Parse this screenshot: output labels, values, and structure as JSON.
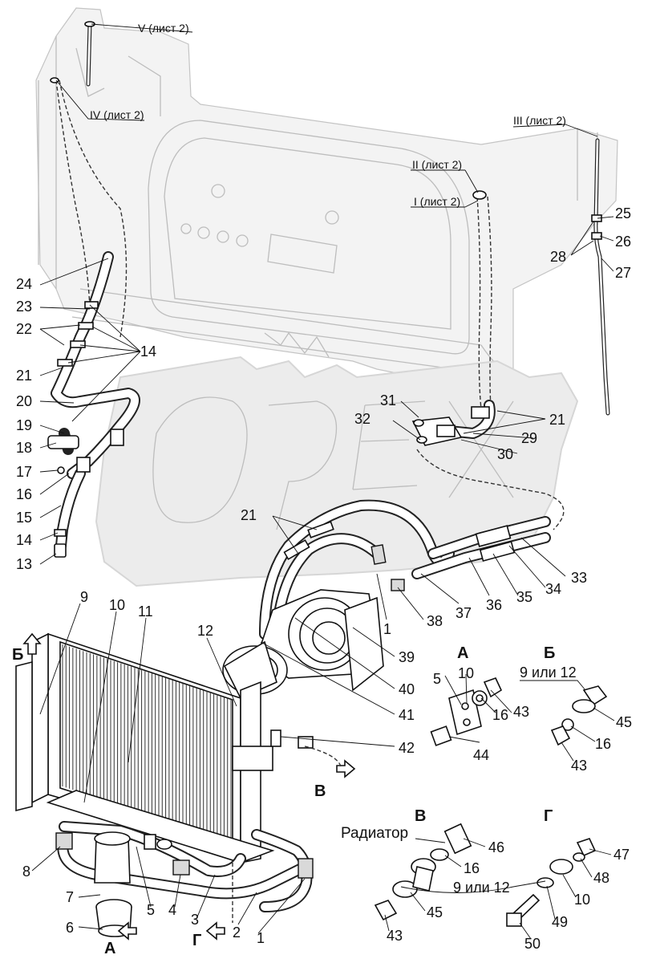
{
  "figure": {
    "sheet_refs": {
      "v": "V (лист 2)",
      "iv": "IV (лист 2)",
      "iii": "III (лист 2)",
      "ii": "II (лист 2)",
      "i": "I (лист 2)"
    },
    "views": {
      "a": "А",
      "b": "Б",
      "v": "В",
      "g": "Г"
    },
    "callouts": {
      "c1": "1",
      "c2": "2",
      "c3": "3",
      "c4": "4",
      "c5": "5",
      "c6": "6",
      "c7": "7",
      "c8": "8",
      "c9": "9",
      "c10": "10",
      "c11": "11",
      "c12": "12",
      "c13": "13",
      "c14": "14",
      "c15": "15",
      "c16": "16",
      "c17": "17",
      "c18": "18",
      "c19": "19",
      "c20": "20",
      "c21": "21",
      "c22": "22",
      "c23": "23",
      "c24": "24",
      "c25": "25",
      "c26": "26",
      "c27": "27",
      "c28": "28",
      "c29": "29",
      "c30": "30",
      "c31": "31",
      "c32": "32",
      "c33": "33",
      "c34": "34",
      "c35": "35",
      "c36": "36",
      "c37": "37",
      "c38": "38",
      "c39": "39",
      "c40": "40",
      "c41": "41",
      "c42": "42",
      "c43": "43",
      "c44": "44",
      "c45": "45",
      "c46": "46",
      "c47": "47",
      "c48": "48",
      "c49": "49",
      "c50": "50"
    },
    "notes": {
      "radiator": "Радиатор",
      "nine_or_twelve": "9 или 12"
    },
    "watermark": "OPEX"
  }
}
